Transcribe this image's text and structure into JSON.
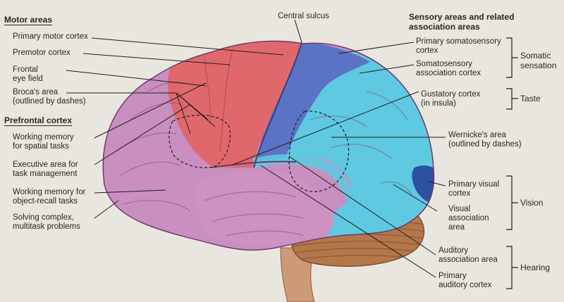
{
  "motor": {
    "heading": "Motor areas",
    "primary_motor": "Primary motor cortex",
    "premotor": "Premotor cortex",
    "frontal_eye_1": "Frontal",
    "frontal_eye_2": "eye field",
    "broca_1": "Broca's area",
    "broca_2": "(outlined by dashes)"
  },
  "prefrontal": {
    "heading": "Prefrontal cortex",
    "wm_spatial_1": "Working memory",
    "wm_spatial_2": "for spatial tasks",
    "exec_1": "Executive area for",
    "exec_2": "task management",
    "wm_object_1": "Working memory for",
    "wm_object_2": "object-recall tasks",
    "solving_1": "Solving complex,",
    "solving_2": "multitask problems"
  },
  "central_sulcus": "Central sulcus",
  "sensory": {
    "heading_1": "Sensory areas and related",
    "heading_2": "association areas",
    "primary_somato_1": "Primary somatosensory",
    "primary_somato_2": "cortex",
    "somato_assoc_1": "Somatosensory",
    "somato_assoc_2": "association cortex",
    "gustatory_1": "Gustatory cortex",
    "gustatory_2": "(in insula)",
    "wernicke_1": "Wernicke's area",
    "wernicke_2": "(outlined by dashes)",
    "primary_visual_1": "Primary visual",
    "primary_visual_2": "cortex",
    "visual_assoc_1": "Visual",
    "visual_assoc_2": "association",
    "visual_assoc_3": "area",
    "auditory_assoc_1": "Auditory",
    "auditory_assoc_2": "association area",
    "primary_auditory_1": "Primary",
    "primary_auditory_2": "auditory cortex"
  },
  "groups": {
    "somatic_1": "Somatic",
    "somatic_2": "sensation",
    "taste": "Taste",
    "vision": "Vision",
    "hearing": "Hearing"
  },
  "colors": {
    "motor": "#e0686c",
    "sensory": "#5b73c4",
    "association": "#5ec9e0",
    "prefrontal": "#c98fc0",
    "visual_primary": "#2f4fa0",
    "cerebellum": "#b3774a"
  }
}
